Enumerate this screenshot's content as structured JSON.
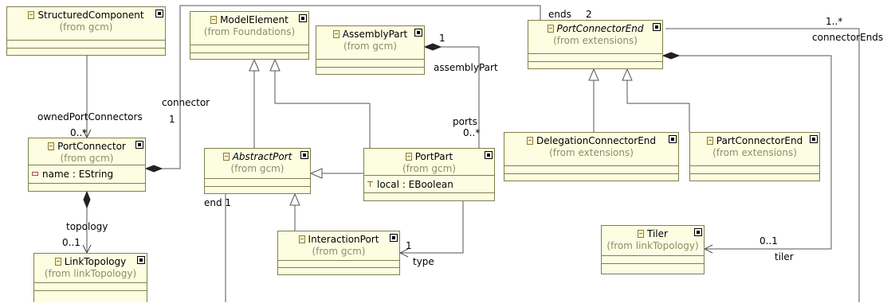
{
  "classes": {
    "structured_component": {
      "name": "StructuredComponent",
      "package": "(from gcm)"
    },
    "model_element": {
      "name": "ModelElement",
      "package": "(from Foundations)"
    },
    "assembly_part": {
      "name": "AssemblyPart",
      "package": "(from gcm)"
    },
    "port_connector_end": {
      "name": "PortConnectorEnd",
      "package": "(from extensions)",
      "abstract": true
    },
    "port_connector": {
      "name": "PortConnector",
      "package": "(from gcm)",
      "attributes": [
        "name : EString"
      ]
    },
    "abstract_port": {
      "name": "AbstractPort",
      "package": "(from gcm)",
      "abstract": true
    },
    "port_part": {
      "name": "PortPart",
      "package": "(from gcm)",
      "attributes": [
        "local : EBoolean"
      ]
    },
    "delegation_connector_end": {
      "name": "DelegationConnectorEnd",
      "package": "(from extensions)"
    },
    "part_connector_end": {
      "name": "PartConnectorEnd",
      "package": "(from extensions)"
    },
    "interaction_port": {
      "name": "InteractionPort",
      "package": "(from gcm)"
    },
    "link_topology": {
      "name": "LinkTopology",
      "package": "(from linkTopology)"
    },
    "tiler": {
      "name": "Tiler",
      "package": "(from linkTopology)"
    }
  },
  "labels": {
    "owned_port_connectors": "ownedPortConnectors",
    "owned_mult": "0..*",
    "connector": "connector",
    "connector_mult": "1",
    "ends": "ends",
    "ends_mult": "2",
    "connector_ends_mult": "1..*",
    "connector_ends": "connectorEnds",
    "assembly_part_mult": "1",
    "assembly_part": "assemblyPart",
    "ports": "ports",
    "ports_mult": "0..*",
    "topology": "topology",
    "topology_mult": "0..1",
    "end_port": "end 1",
    "type_mult": "1",
    "type": "type",
    "tiler_mult": "0..1",
    "tiler": "tiler"
  },
  "colors": {
    "class_fill": "#fdfde2",
    "class_border": "#7f7f4f",
    "package_text": "#8c8c6c"
  }
}
